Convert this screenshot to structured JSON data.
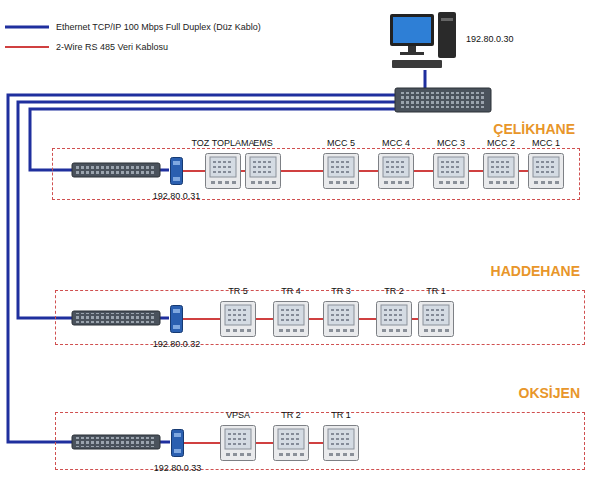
{
  "diagram": {
    "nodes": [
      {
        "text": [
          "192.80.0.30"
        ]
      },
      {
        "text": [
          "ÇELİKHANE"
        ]
      },
      {
        "text": [
          "192.80.0.31"
        ],
        "in": 1
      },
      {
        "text": [
          "TOZ TOPLAMA"
        ],
        "in": 1
      },
      {
        "text": [
          "EMS"
        ],
        "in": 1
      },
      {
        "text": [
          "MCC 5"
        ],
        "in": 1
      },
      {
        "text": [
          "MCC 4"
        ],
        "in": 1
      },
      {
        "text": [
          "MCC 3"
        ],
        "in": 1
      },
      {
        "text": [
          "MCC 2"
        ],
        "in": 1
      },
      {
        "text": [
          "MCC 1"
        ],
        "in": 1
      },
      {
        "text": [
          "HADDEHANE"
        ]
      },
      {
        "text": [
          "192.80.0.32"
        ],
        "in": 10
      },
      {
        "text": [
          "TR 5"
        ],
        "in": 10
      },
      {
        "text": [
          "TR 4"
        ],
        "in": 10
      },
      {
        "text": [
          "TR 3"
        ],
        "in": 10
      },
      {
        "text": [
          "TR 2"
        ],
        "in": 10
      },
      {
        "text": [
          "TR 1"
        ],
        "in": 10
      },
      {
        "text": [
          "OKSİJEN"
        ]
      },
      {
        "text": [
          "192.80.0.33"
        ],
        "in": 17
      },
      {
        "text": [
          "VPSA"
        ],
        "in": 17
      },
      {
        "text": [
          "TR 2"
        ],
        "in": 17
      },
      {
        "text": [
          "TR 1"
        ],
        "in": 17
      }
    ],
    "edges": [
      {
        "from": 2,
        "to": 3,
        "arrow": "none"
      },
      {
        "from": 3,
        "to": 4,
        "arrow": "none"
      },
      {
        "from": 4,
        "to": 5,
        "arrow": "none"
      },
      {
        "from": 5,
        "to": 6,
        "arrow": "none"
      },
      {
        "from": 6,
        "to": 7,
        "arrow": "none"
      },
      {
        "from": 7,
        "to": 8,
        "arrow": "none"
      },
      {
        "from": 8,
        "to": 9,
        "arrow": "none"
      },
      {
        "from": 11,
        "to": 12,
        "arrow": "none"
      },
      {
        "from": 12,
        "to": 13,
        "arrow": "none"
      },
      {
        "from": 13,
        "to": 14,
        "arrow": "none"
      },
      {
        "from": 14,
        "to": 15,
        "arrow": "none"
      },
      {
        "from": 15,
        "to": 16,
        "arrow": "none"
      },
      {
        "from": 18,
        "to": 19,
        "arrow": "none"
      },
      {
        "from": 19,
        "to": 20,
        "arrow": "none"
      },
      {
        "from": 20,
        "to": 21,
        "arrow": "none"
      }
    ],
    "legend": [
      {
        "text": "Ethernet TCP/IP 100 Mbps Full Duplex (Düz Kablo)"
      },
      {
        "text": "2-Wire RS 485 Veri Kablosu"
      }
    ]
  }
}
